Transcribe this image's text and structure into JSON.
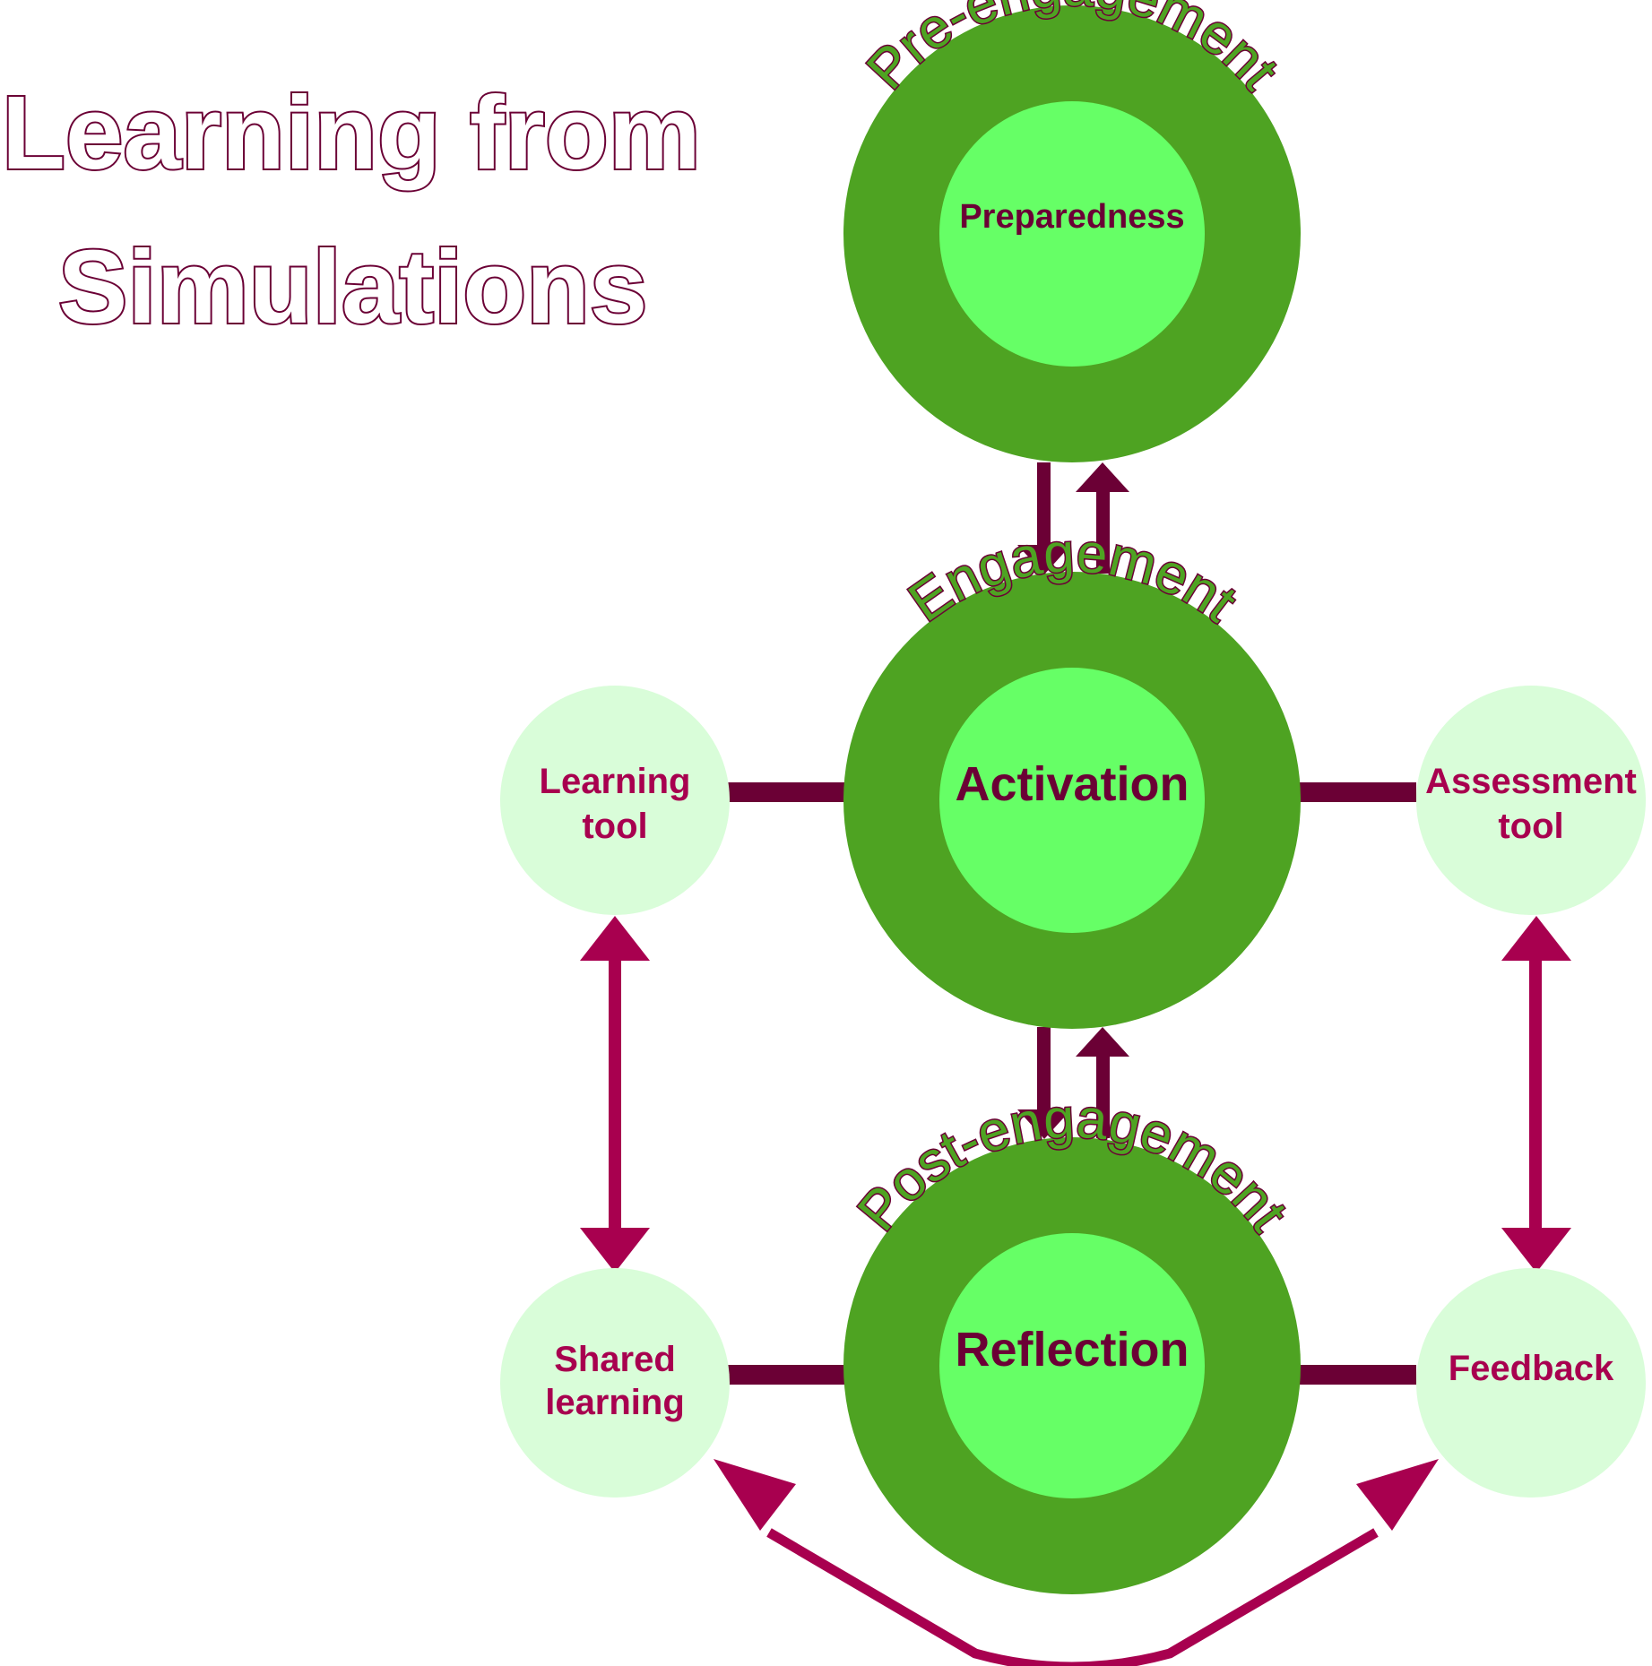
{
  "title": {
    "line1": "Learning from",
    "line2": "Simulations"
  },
  "stages": [
    {
      "key": "pre",
      "arc_label": "Pre-engagement",
      "inner_label": "Preparedness"
    },
    {
      "key": "engage",
      "arc_label": "Engagement",
      "inner_label": "Activation"
    },
    {
      "key": "post",
      "arc_label": "Post-engagement",
      "inner_label": "Reflection"
    }
  ],
  "satellites": {
    "learning_tool": [
      "Learning",
      "tool"
    ],
    "assessment_tool": [
      "Assessment",
      "tool"
    ],
    "shared_learning": [
      "Shared",
      "learning"
    ],
    "feedback": [
      "Feedback"
    ]
  },
  "colors": {
    "outer_circle": "#4ea322",
    "inner_circle": "#66ff66",
    "satellite_circle": "#d9fdd9",
    "dark_maroon": "#6b0035",
    "magenta": "#a8004f"
  }
}
